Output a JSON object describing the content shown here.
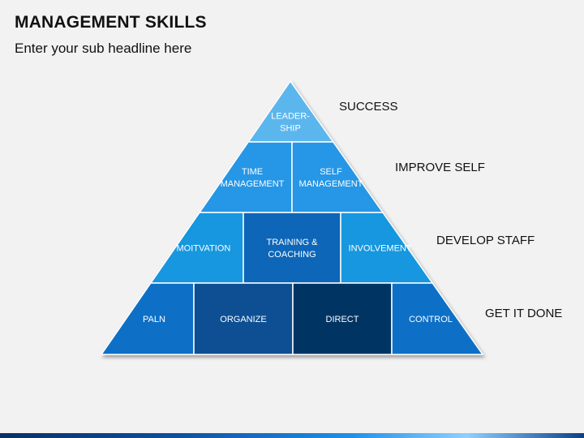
{
  "header": {
    "title": "MANAGEMENT SKILLS",
    "subtitle": "Enter your sub headline here"
  },
  "pyramid": {
    "tiers": [
      {
        "level_label": "SUCCESS",
        "cells": [
          {
            "lines": [
              "LEADER-",
              "SHIP"
            ],
            "color": "#5bb6ee"
          }
        ]
      },
      {
        "level_label": "IMPROVE SELF",
        "cells": [
          {
            "lines": [
              "TIME",
              "MANAGEMENT"
            ],
            "color": "#2596e6"
          },
          {
            "lines": [
              "SELF",
              "MANAGEMENT"
            ],
            "color": "#2596e6"
          }
        ]
      },
      {
        "level_label": "DEVELOP STAFF",
        "cells": [
          {
            "lines": [
              "MOITVATION"
            ],
            "color": "#1597df"
          },
          {
            "lines": [
              "TRAINING &",
              "COACHING"
            ],
            "color": "#0a66b8"
          },
          {
            "lines": [
              "INVOLVEMENT"
            ],
            "color": "#1597df"
          }
        ]
      },
      {
        "level_label": "GET IT DONE",
        "cells": [
          {
            "lines": [
              "PALN"
            ],
            "color": "#0c6fc6"
          },
          {
            "lines": [
              "ORGANIZE"
            ],
            "color": "#0a4f92"
          },
          {
            "lines": [
              "DIRECT"
            ],
            "color": "#063563"
          },
          {
            "lines": [
              "CONTROL"
            ],
            "color": "#0c6fc6"
          }
        ]
      }
    ]
  }
}
